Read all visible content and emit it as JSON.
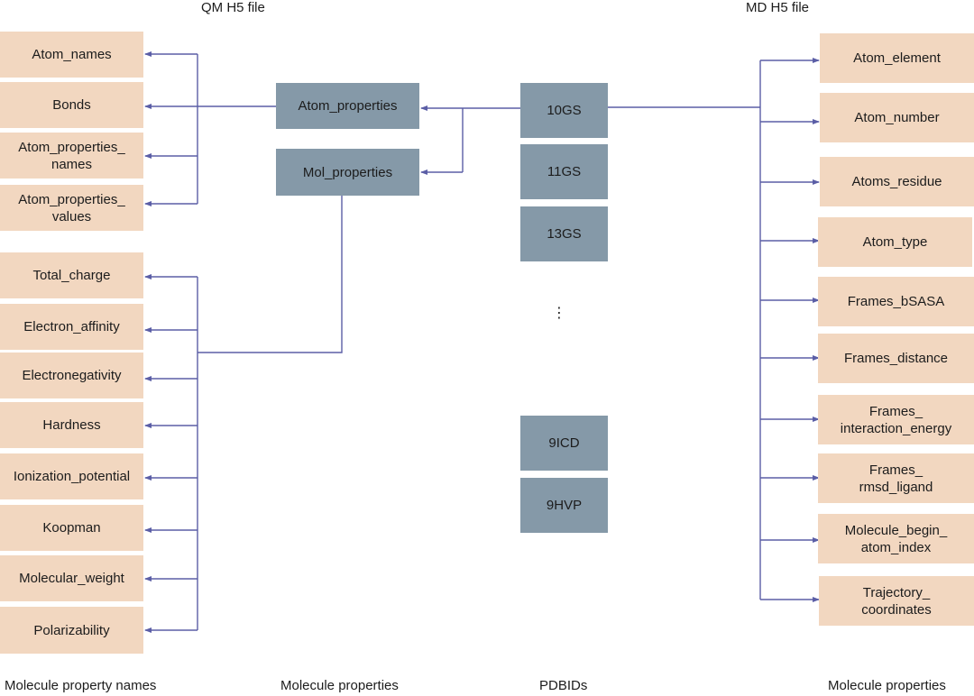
{
  "headers": {
    "qm_file": "QM H5 file",
    "md_file": "MD H5 file"
  },
  "footers": {
    "left": "Molecule property names",
    "middle_left": "Molecule properties",
    "middle": "PDBIDs",
    "right": "Molecule properties"
  },
  "atom_property_names": [
    "Atom_names",
    "Bonds",
    "Atom_properties_\nnames",
    "Atom_properties_\nvalues"
  ],
  "mol_property_names": [
    "Total_charge",
    "Electron_affinity",
    "Electronegativity",
    "Hardness",
    "Ionization_potential",
    "Koopman",
    "Molecular_weight",
    "Polarizability"
  ],
  "qm_groups": [
    "Atom_properties",
    "Mol_properties"
  ],
  "pdbids": [
    "10GS",
    "11GS",
    "13GS",
    "9ICD",
    "9HVP"
  ],
  "ellipsis": "⋮",
  "md_properties": [
    "Atom_element",
    "Atom_number",
    "Atoms_residue",
    "Atom_type",
    "Frames_bSASA",
    "Frames_distance",
    "Frames_\ninteraction_energy",
    "Frames_\nrmsd_ligand",
    "Molecule_begin_\natom_index",
    "Trajectory_\ncoordinates"
  ],
  "colors": {
    "leaf_box": "#f2d7c0",
    "group_box": "#8599a8",
    "connector": "#5b5ea6"
  }
}
